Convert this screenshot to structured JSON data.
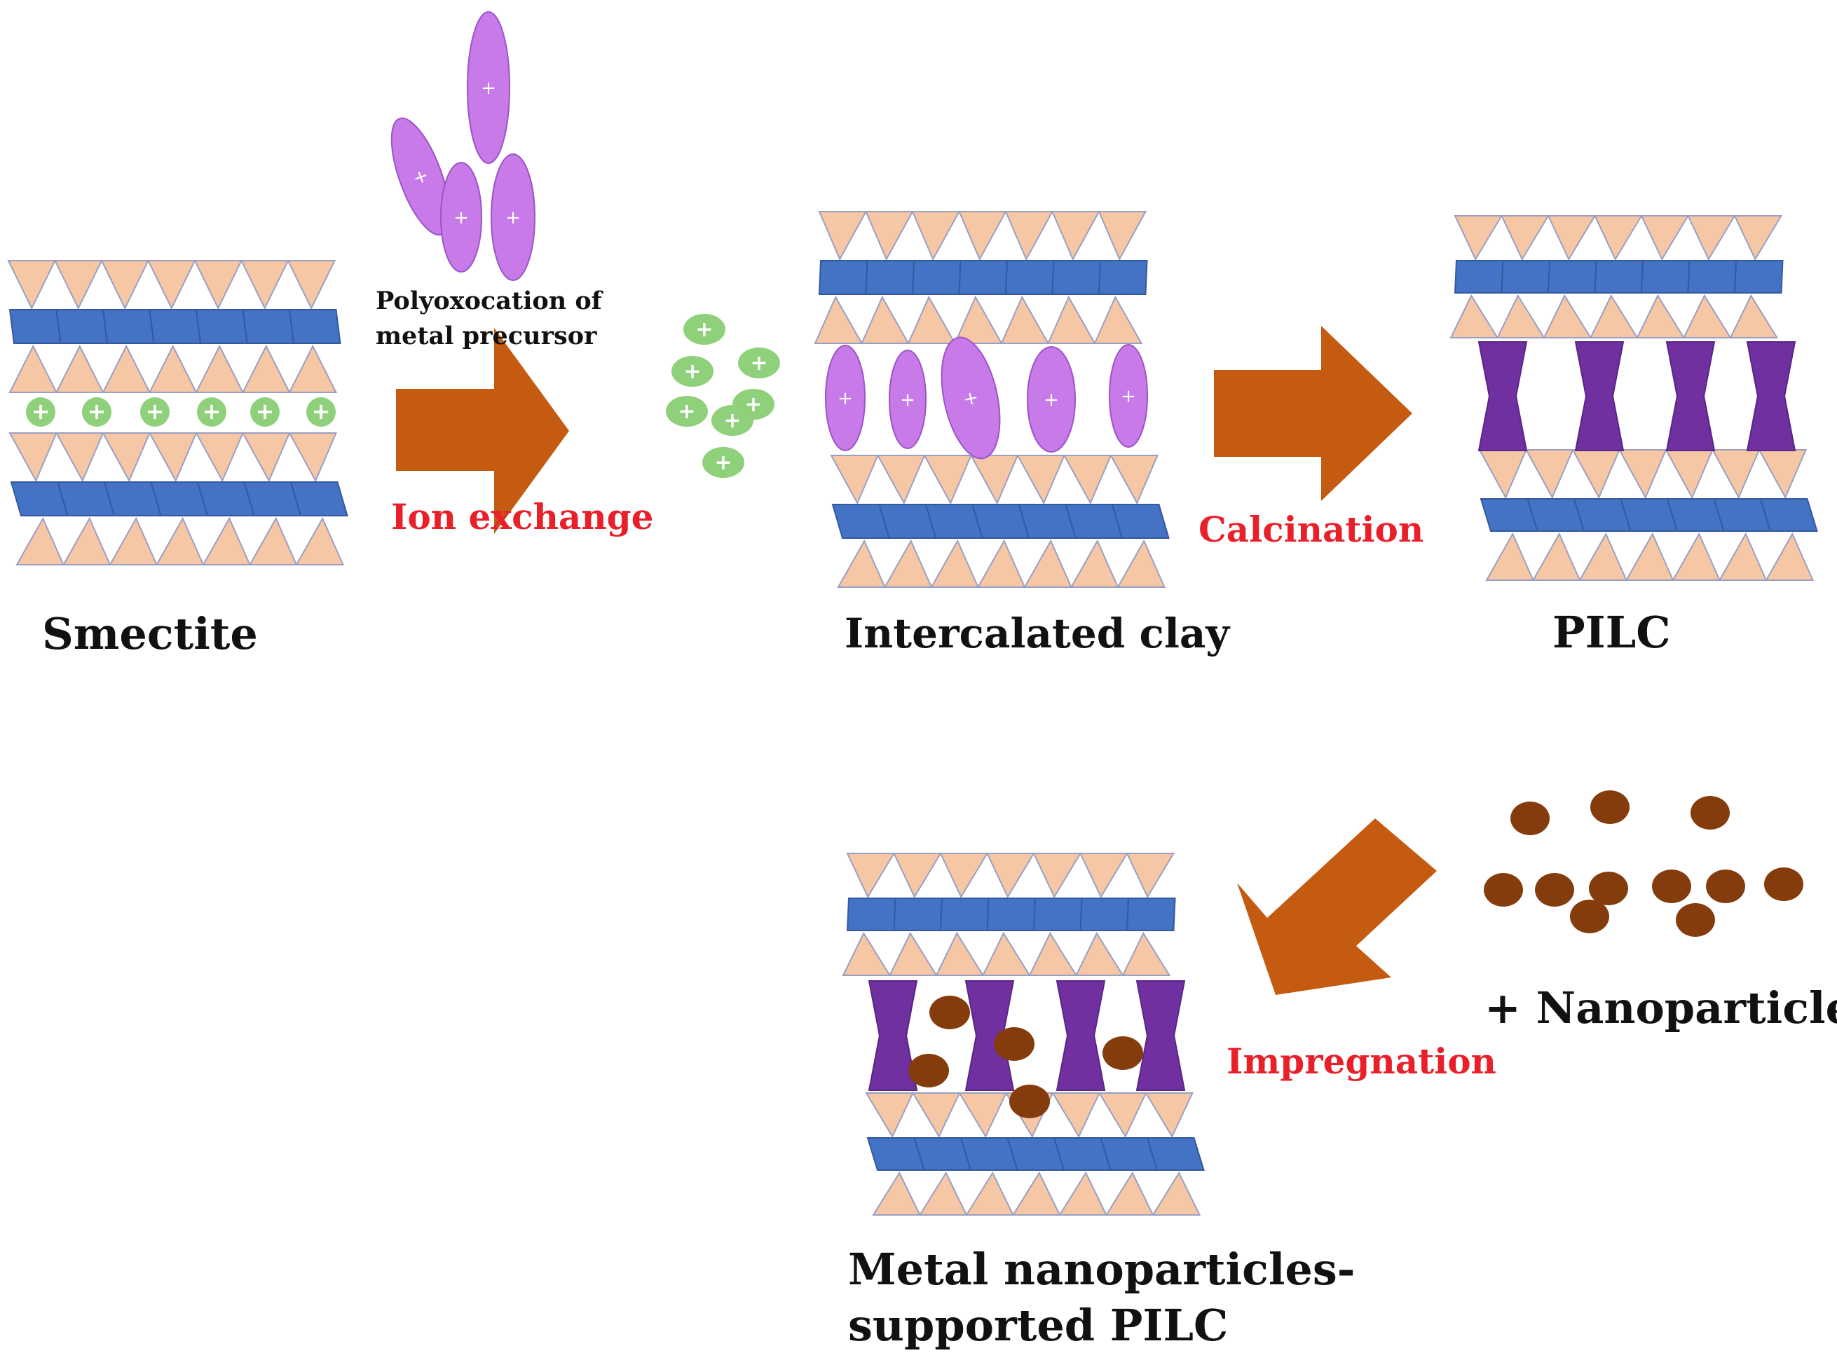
{
  "labels": {
    "smectite": "Smectite",
    "polyoxocation_line1": "Polyoxocation of",
    "polyoxocation_line2": "metal precursor",
    "ion_exchange": "Ion exchange",
    "intercalated_clay": "Intercalated clay",
    "calcination": "Calcination",
    "pilc": "PILC",
    "nanoparticles": "+ Nanoparticles",
    "impregnation": "Impregnation",
    "metal_pilc_line1": "Metal nanoparticles-",
    "metal_pilc_line2": "supported PILC"
  },
  "symbols": {
    "plus": "+"
  },
  "colors": {
    "tetrahedron": "#f6c7a4",
    "octahedral_sheet": "#4472c4",
    "cation": "#8fd07a",
    "polyoxocation": "#c77ae8",
    "pillar": "#7030a0",
    "nanoparticle": "#843c0c",
    "arrow": "#c55a11",
    "step_text": "#e8202a"
  }
}
